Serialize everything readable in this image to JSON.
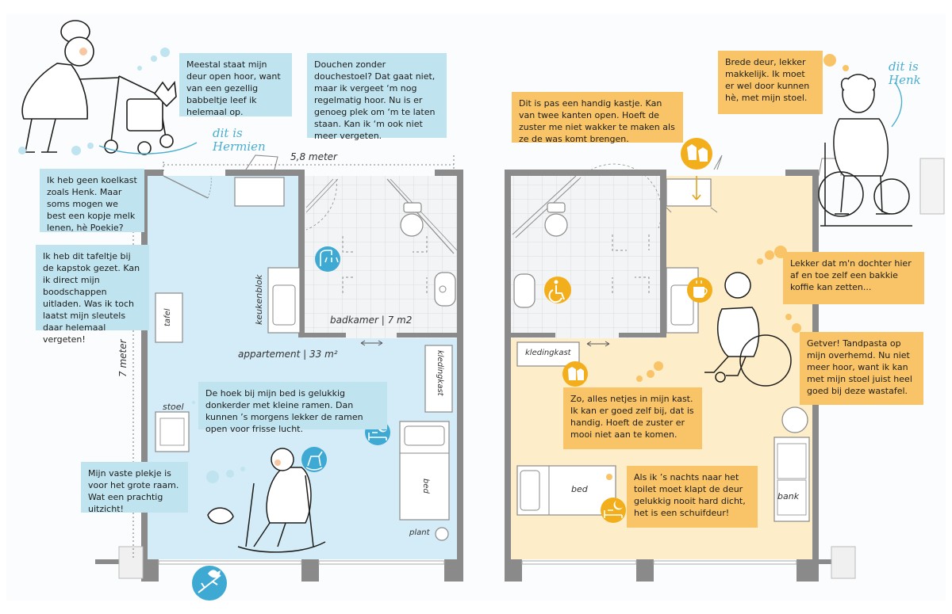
{
  "speech": {
    "hermien_door": "Meestal staat mijn deur open hoor, want van een gezellig babbeltje leef ik helemaal op.",
    "hermien_shower": "Douchen zonder douchestoel? Dat gaat niet, maar ik vergeet ‘m nog regelmatig hoor. Nu is er genoeg plek om ‘m te laten staan. Kan ik ‘m ook niet meer vergeten.",
    "hermien_fridge": "Ik heb geen koelkast zoals Henk. Maar soms mogen we best een kopje melk lenen, hè Poekie?",
    "hermien_table": "Ik heb dit tafeltje bij de kapstok gezet. Kan ik direct mijn boodschappen uitladen. Was ik toch laatst mijn sleutels daar helemaal vergeten!",
    "hermien_bed": "De hoek bij mijn bed is gelukkig donkerder met kleine ramen. Dan kunnen ’s morgens lekker de ramen open voor frisse lucht.",
    "hermien_window": "Mijn vaste plekje is voor het grote raam. Wat een prachtig uitzicht!",
    "henk_cabinet": "Dit is pas een handig kastje. Kan van twee kanten open. Hoeft de zuster me niet wakker te maken als ze de was komt brengen.",
    "henk_door": "Brede deur, lekker makkelijk. Ik moet er wel door kunnen hè, met mijn stoel.",
    "henk_coffee": "Lekker dat m'n dochter hier af en toe zelf een bakkie koffie kan zetten...",
    "henk_toothpaste": "Getver! Tandpasta op mijn overhemd. Nu niet meer hoor, want ik kan met mijn stoel juist heel goed bij deze wastafel.",
    "henk_closet": "Zo, alles netjes in mijn kast. Ik kan er goed zelf bij, dat is handig. Hoeft de zuster er mooi niet aan te komen.",
    "henk_night": "Als ik ’s nachts naar het toilet moet klapt de deur gelukkig nooit hard dicht, het is een schuifdeur!"
  },
  "labels": {
    "hermien_name": [
      "dit is",
      "Hermien"
    ],
    "henk_name": [
      "dit is",
      "Henk"
    ],
    "width": "5,8 meter",
    "depth": "7 meter",
    "keukenblok": "keukenblok",
    "badkamer": "badkamer | 7 m2",
    "appartement": "appartement | 33 m²",
    "kledingkast_left": "kledingkast",
    "tafel": "tafel",
    "stoel": "stoel",
    "bed_left": "bed",
    "plant": "plant",
    "kledingkast_right": "kledingkast",
    "bed_right": "bed",
    "bank": "bank"
  },
  "colors": {
    "left_floor": "#d4ecf7",
    "right_floor": "#fdedc9",
    "bath_floor": "#f2f3f4",
    "wall": "#8a8a8a",
    "blue_bubble": "#bfe3ef",
    "orange_bubble": "#f9c467",
    "blue_icon": "#3ea9d3",
    "orange_icon": "#f3ae1b"
  },
  "icons": [
    "shower-icon",
    "bed-moon-icon",
    "rocking-horse-icon",
    "bird-branch-icon",
    "laundry-icon",
    "wheelchair-icon",
    "coffee-cup-icon",
    "clothes-icon",
    "bed-moon-icon"
  ]
}
